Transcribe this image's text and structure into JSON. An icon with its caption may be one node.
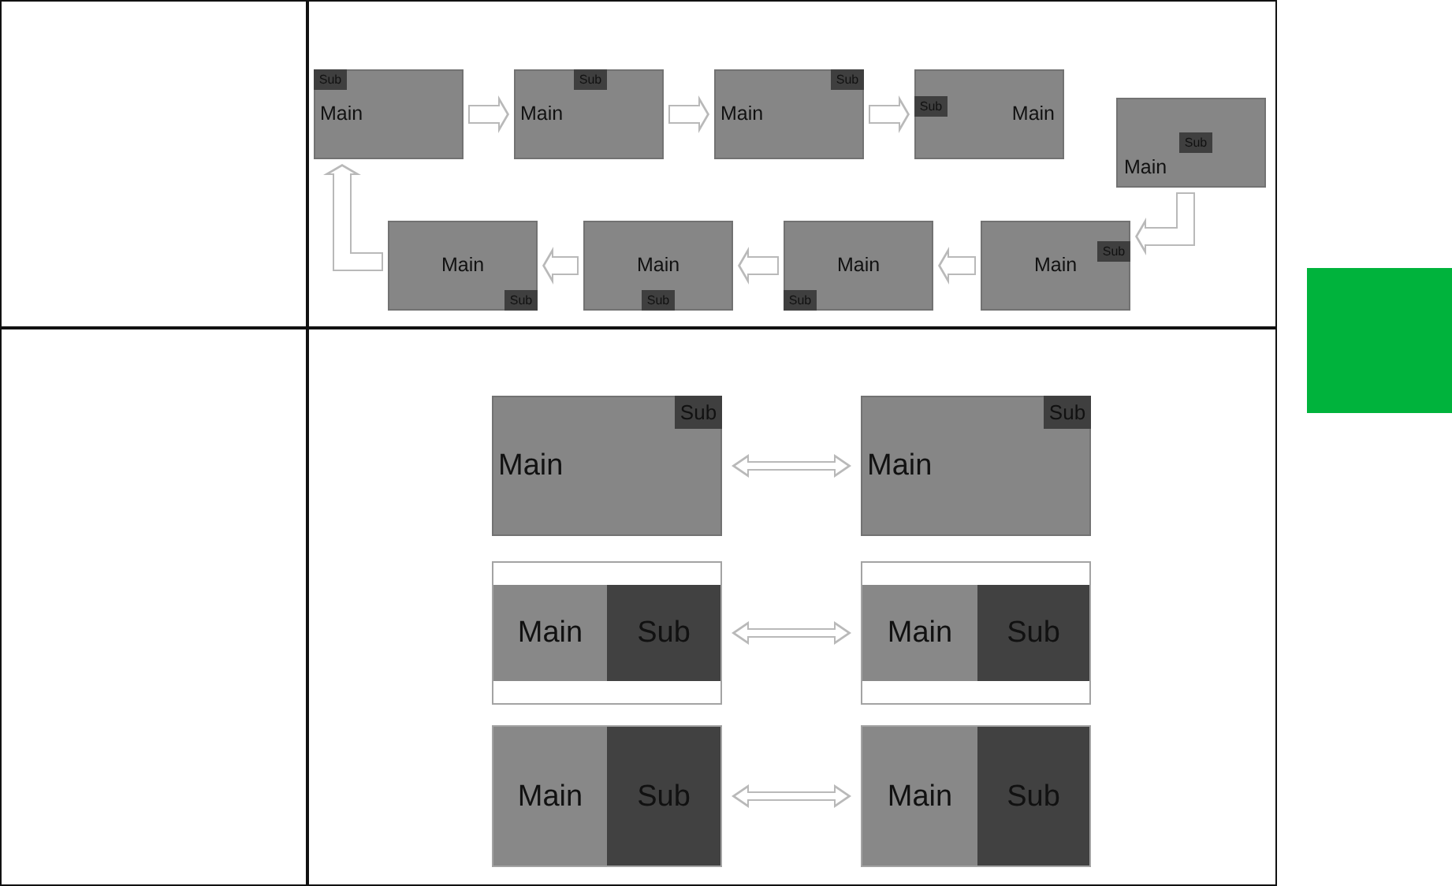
{
  "diagram": {
    "nodes": [
      {
        "text": [
          "Main"
        ]
      },
      {
        "text": [
          "Sub"
        ],
        "in": 0
      },
      {
        "text": [
          "Main"
        ]
      },
      {
        "text": [
          "Sub"
        ],
        "in": 2
      },
      {
        "text": [
          "Main"
        ]
      },
      {
        "text": [
          "Sub"
        ],
        "in": 4
      },
      {
        "text": [
          "Main"
        ]
      },
      {
        "text": [
          "Sub"
        ],
        "in": 6
      },
      {
        "text": [
          "Main"
        ]
      },
      {
        "text": [
          "Sub"
        ],
        "in": 8
      },
      {
        "text": [
          "Main"
        ]
      },
      {
        "text": [
          "Sub"
        ],
        "in": 10
      },
      {
        "text": [
          "Main"
        ]
      },
      {
        "text": [
          "Sub"
        ],
        "in": 12
      },
      {
        "text": [
          "Main"
        ]
      },
      {
        "text": [
          "Sub"
        ],
        "in": 14
      },
      {
        "text": [
          "Main"
        ]
      },
      {
        "text": [
          "Sub"
        ],
        "in": 16
      },
      {
        "text": [
          "Main"
        ]
      },
      {
        "text": [
          "Sub"
        ],
        "in": 18
      },
      {
        "text": [
          "Main"
        ]
      },
      {
        "text": [
          "Sub"
        ],
        "in": 20
      },
      {
        "text": [],
        "shape": "box"
      },
      {
        "text": [
          "Main"
        ],
        "in": 22
      },
      {
        "text": [
          "Sub"
        ],
        "in": 22
      },
      {
        "text": [],
        "shape": "box"
      },
      {
        "text": [
          "Main"
        ],
        "in": 25
      },
      {
        "text": [
          "Sub"
        ],
        "in": 25
      },
      {
        "text": [],
        "shape": "box"
      },
      {
        "text": [
          "Main"
        ],
        "in": 28
      },
      {
        "text": [
          "Sub"
        ],
        "in": 28
      },
      {
        "text": [],
        "shape": "box"
      },
      {
        "text": [
          "Main"
        ],
        "in": 31
      },
      {
        "text": [
          "Sub"
        ],
        "in": 31
      },
      {
        "text": [],
        "shape": "box"
      }
    ],
    "edges": [
      {
        "from": 0,
        "to": 2,
        "arrow": "to"
      },
      {
        "from": 2,
        "to": 4,
        "arrow": "to"
      },
      {
        "from": 4,
        "to": 6,
        "arrow": "to"
      },
      {
        "from": 8,
        "to": 10,
        "arrow": "to"
      },
      {
        "from": 10,
        "to": 12,
        "arrow": "to"
      },
      {
        "from": 12,
        "to": 14,
        "arrow": "to"
      },
      {
        "from": 14,
        "to": 16,
        "arrow": "to"
      },
      {
        "from": 16,
        "to": 0,
        "arrow": "to"
      },
      {
        "from": 18,
        "to": 20,
        "arrow": "both"
      },
      {
        "from": 22,
        "to": 25,
        "arrow": "both"
      },
      {
        "from": 28,
        "to": 31,
        "arrow": "both"
      }
    ]
  }
}
